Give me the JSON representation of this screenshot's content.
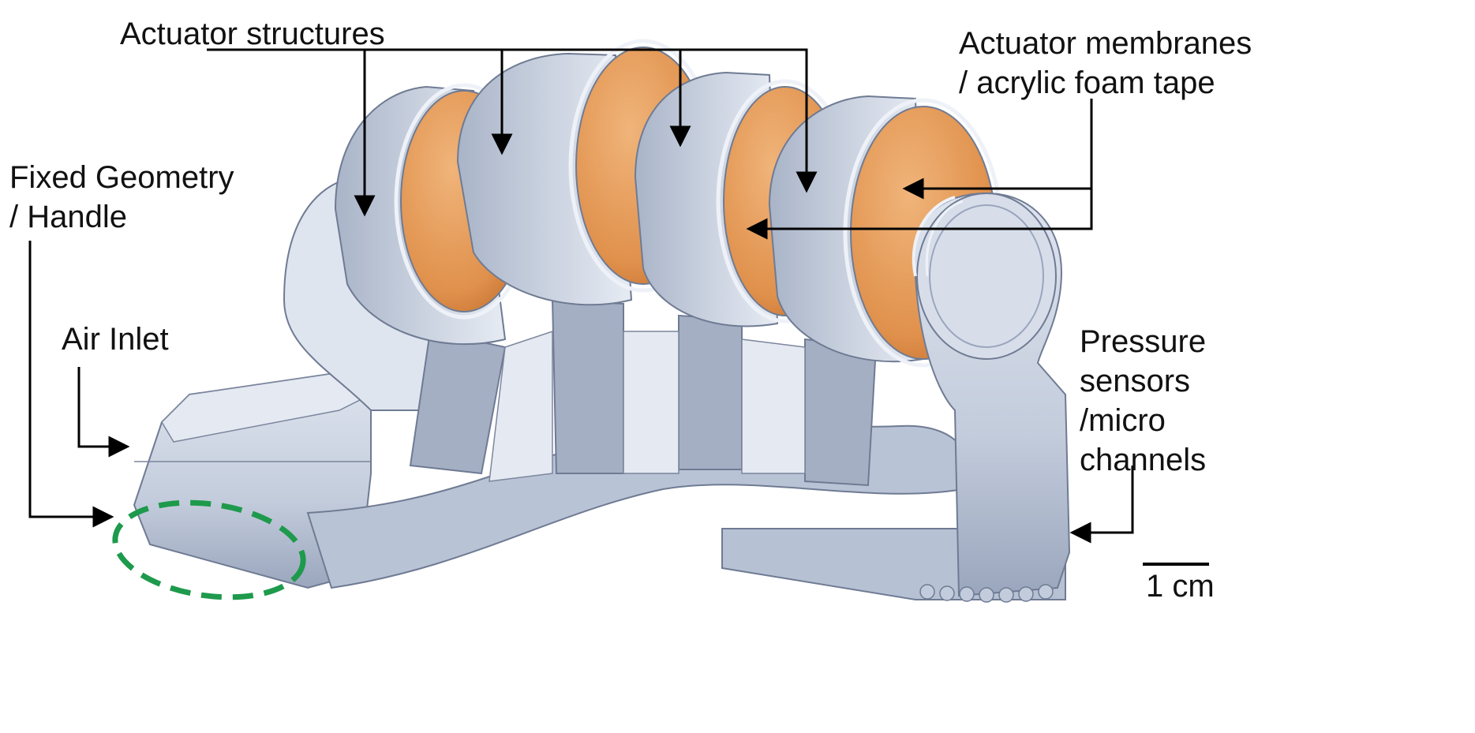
{
  "colors": {
    "body": "#c6cfe0",
    "body_light": "#dde3ee",
    "body_dark": "#8f9bb4",
    "edge": "#6f7b93",
    "membrane": "#e39a58",
    "membrane_dark": "#c8732e",
    "ring_highlight": "#eef2f8",
    "highlight_dash": "#1e9a4c",
    "arrow": "#000000"
  },
  "labels": {
    "actuator_structures": "Actuator structures",
    "actuator_membranes": [
      "Actuator membranes",
      "/ acrylic foam tape"
    ],
    "fixed_geometry": [
      "Fixed Geometry",
      "/ Handle"
    ],
    "air_inlet": "Air Inlet",
    "pressure_sensors": [
      "Pressure",
      "sensors",
      "/micro",
      "channels"
    ],
    "scale_bar": "1 cm"
  },
  "icons": {
    "arrow": "arrow-icon",
    "dashed_highlight": "dashed-ellipse-icon"
  }
}
